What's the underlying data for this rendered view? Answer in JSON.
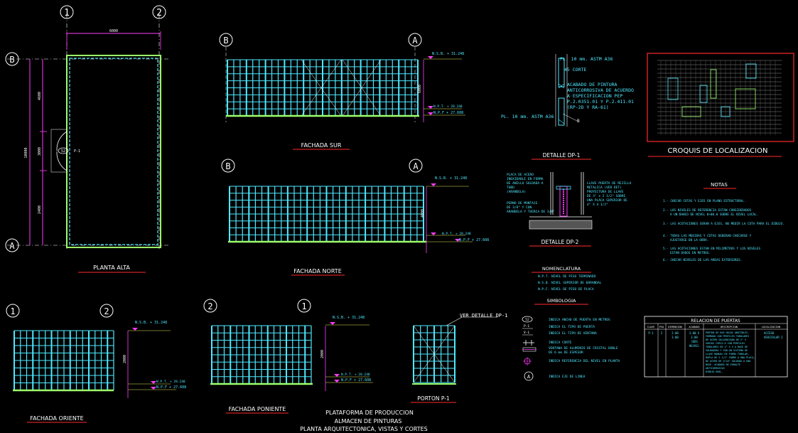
{
  "grid_axes": {
    "one": "1",
    "two": "2",
    "a": "A",
    "b": "B"
  },
  "views": {
    "planta_alta": "PLANTA  ALTA",
    "fachada_sur": "FACHADA SUR",
    "fachada_norte": "FACHADA NORTE",
    "fachada_oriente": "FACHADA ORIENTE",
    "fachada_poniente": "FACHADA PONIENTE",
    "porton": "PORTON P-1",
    "detalle_dp1": "DETALLE DP-1",
    "detalle_dp2": "DETALLE DP-2",
    "croquis": "CROQUIS   DE     LOCALIZACION"
  },
  "door_tag": "P-1",
  "door_tag2": "52",
  "dims": {
    "plan_w": "6000",
    "plan_h": "10000",
    "plan_h1": "4600",
    "plan_h2": "3000",
    "plan_h3": "2400",
    "sur_h": "6000",
    "norte_h": "4000",
    "ori_h": "2000",
    "pon_h": "2000"
  },
  "levels": {
    "nsb1": "N.S.B. + 31.248",
    "npt1": "N.P.T. + 28.248",
    "npf1": "N.P.F + 27.608",
    "nsb2": "N.S.B. + 31.248",
    "npt2": "N.P.T. + 28.248",
    "npf2": "N.P.F + 27.608"
  },
  "dp1": {
    "l1": "PL. 10 mm. ASTM A36",
    "l2": "45 CORTE",
    "l3": "ACABADO DE PINTURA",
    "l4": "ANTICORROSIVA DE ACUERDO",
    "l5": "A ESPECIFICACION PEP",
    "l6": "P.2.0351.01 Y P.2.411.01",
    "l7": "(RP-2D Y RA-61)",
    "l8": "PL. 10 mm. ASTM A36",
    "l9": "B"
  },
  "dp2": {
    "a1": "PLACA DE ACERO",
    "a2": "INOXIDABLE EN FORMA",
    "a3": "DE ANILLO SOLDADA A",
    "a4": "TUBO",
    "a5": "(ARANDELA)",
    "b1": "PERNO DE MONTAJE",
    "b2": "DE 3/8\" Y CON",
    "b3": "ARANDELA Y TUERCA DE 3/8\"",
    "c1": "LLAVE PUERTA DE REJILLA",
    "c2": "METALICA (VER DET)",
    "c3": "PROYECTURA DE LLAVE",
    "c4": "DE 3\" x 2 1/2\" SOBRE",
    "c5": "UNA PLACA SUPERIOR DE",
    "c6": "4\" X 4 1/2\""
  },
  "ver_detalle": "VER DETALLE DP-1",
  "notas": {
    "title": "NOTAS",
    "n1": "1.- CHECAR COTAS Y EJES EN PLANO ESTRUCTURAL.",
    "n2a": "2.- LOS NIVELES DE REFERENCIA ESTAN CONSIDERADOS",
    "n2b": "A UN BANCO DE NIVEL  0+00.0 SOBRE EL NIVEL LOCAL.",
    "n3": "3.- LAS ACOTACIONES SERAN A EJES, NO MEDIR LA COTA PARA EL DIBUJO.",
    "n4a": "4.- TODAS LAS MEDIDAS Y COTAS DEBERAN CHECARSE Y",
    "n4b": "AJUSTARSE EN LA OBRA.",
    "n5a": "5.- LAS ACOTACIONES ESTAN EN MILIMETROS Y LOS NIVELES",
    "n5b": "ESTAN DADOS EN METROS.",
    "n6": "6.- CHECAR NIVELES DE LAS AREAS EXTERIORES."
  },
  "nomenclatura": {
    "title": "NOMENCLATURA",
    "r1": "N.P.T.   NIVEL DE PISO TERMINADO",
    "r2": "N.S.B.   NIVEL SUPERIOR DE BARANDAL",
    "r3": "N.P.F.   NIVEL DE PISO DE PLACA"
  },
  "simbologia": {
    "title": "SIMBOLOGIA",
    "s1": "INDICA ANCHO DE PUERTA EN METROS",
    "s2": "INDICA EL TIPO DE PUERTA",
    "s3": "INDICA EL TIPO DE VENTANA",
    "s4": "INDICA CORTE",
    "s5a": "VENTANA DE ALUMINIO DE CRISTAL DOBLE",
    "s5b": "DE 6 mm DE ESPESOR",
    "s6": "INDICA REFERENCIA DEL NIVEL EN PLANTA",
    "s7": "INDICA EJE DE LINEA",
    "sym1": "52",
    "sym2": "P-1",
    "sym3": "V-1",
    "sym7": "A"
  },
  "puertas": {
    "title": "RELACION DE PUERTAS",
    "headers": [
      "CLAVE",
      "PZA",
      "DIMENSION",
      "ACABADO",
      "DESCRIPCION",
      "LOCALIZACION"
    ],
    "row": [
      "P-1",
      "2",
      "2.00 X 3.00",
      "3.00 X 3.0",
      "PORTON DE DOS HOJAS ABATIBLES FORMADO CON PERFILES TUBULARES",
      "ACCESO VEHICULAR 2"
    ],
    "desc": [
      "PORTON DE DOS HOJAS ABATIBLES,",
      "FORMADO CON PERFILES TUBULARES",
      "DE ACERO GALVANIZADO DE 2\" X",
      "VARIOS CERCO 6 CON PERFILES",
      "TUBULARES DE 2\" X 4 A BASE DE",
      "SOLDADURA Y CON UN SISTEMA DE",
      "LLAVE MANUAL DE FORMA TUBULAR,",
      "DUPLA DE 2 1/2\" SOBRE A UNA PLACA,",
      "DE ACERO DE 3/16\" SOLDADA A UNA",
      "BASE, ACABADO DE ESMALTE",
      "ANTICORROSIVO",
      "DIBUJO GRAL."
    ],
    "dims_col": [
      "2.00",
      "3.00"
    ],
    "acab_col": [
      "3.00 X",
      "3.00",
      "(DOS",
      "HOJAS)"
    ],
    "loc_col": [
      "ACCESO",
      "VEHICULAR 2"
    ]
  },
  "title_block": {
    "l1": "PLATAFORMA DE PRODUCCION",
    "l2": "ALMACEN DE PINTURAS",
    "l3": "PLANTA ARQUITECTONICA, VISTAS Y CORTES"
  },
  "colors": {
    "cyan": "#4ee8ff",
    "green": "#9cff6a",
    "magenta": "#ff3cff",
    "yellow": "#e8e85a",
    "red": "#ff2a2a",
    "white": "#ffffff"
  }
}
